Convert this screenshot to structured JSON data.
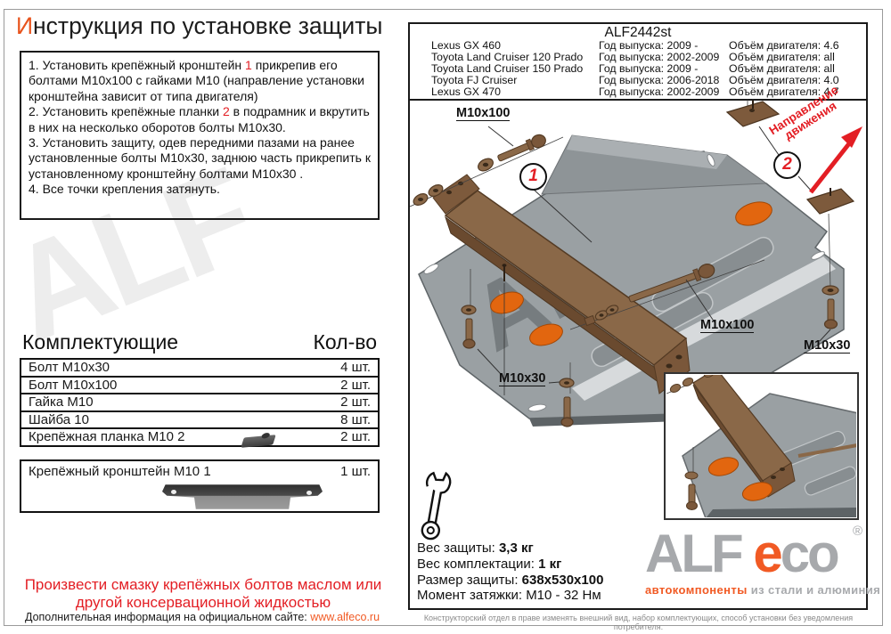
{
  "title": {
    "first": "И",
    "rest": "нструкция по установке защиты"
  },
  "watermark": {
    "text": "ALF",
    "plate": "AL"
  },
  "instructions": {
    "items": [
      {
        "segments": [
          {
            "text": "1.  Установить крепёжный кронштейн "
          },
          {
            "text": "1",
            "color": "#e31e24"
          },
          {
            "text": " прикрепив его болтами М10х100 с гайками М10 (направление установки кронштейна зависит от типа двигателя)"
          }
        ]
      },
      {
        "segments": [
          {
            "text": "2.  Установить крепёжные планки "
          },
          {
            "text": "2",
            "color": "#e31e24"
          },
          {
            "text": " в подрамник и вкрутить в них на несколько оборотов болты М10х30."
          }
        ]
      },
      {
        "segments": [
          {
            "text": "3.  Установить защиту, одев передними пазами на ранее установленные болты М10х30, заднюю часть прикрепить к  установленному кронштейну болтами М10х30 ."
          }
        ]
      },
      {
        "segments": [
          {
            "text": "4.  Все точки крепления затянуть."
          }
        ]
      }
    ]
  },
  "parts": {
    "header": {
      "title": "Комплектующие",
      "qty": "Кол-во"
    },
    "rows": [
      {
        "name": "Болт М10х30",
        "qty": "4 шт.",
        "icon": ""
      },
      {
        "name": "Болт М10х100",
        "qty": "2 шт.",
        "icon": ""
      },
      {
        "name": "Гайка М10",
        "qty": "2 шт.",
        "icon": ""
      },
      {
        "name": "Шайба 10",
        "qty": "8 шт.",
        "icon": ""
      },
      {
        "name": "Крепёжная планка М10  2",
        "qty": "2 шт.",
        "icon": "icon-plate"
      }
    ],
    "bracket_row": {
      "name": "Крепёжный кронштейн М10  1",
      "qty": "1 шт."
    }
  },
  "warning": {
    "text": "Произвести смазку крепёжных болтов маслом или другой консервационной жидкостью"
  },
  "footer": {
    "info": "Дополнительная информация на официальном сайте: ",
    "site": "www.alfeco.ru"
  },
  "vehicles": {
    "part_number": "ALF2442st",
    "rows": [
      {
        "model": "Lexus GX 460",
        "year": "Год выпуска: 2009 -",
        "engine": "Объём двигателя: 4.6"
      },
      {
        "model": "Toyota Land Cruiser 120 Prado",
        "year": "Год выпуска: 2002-2009",
        "engine": "Объём двигателя: all"
      },
      {
        "model": "Toyota Land Cruiser 150 Prado",
        "year": "Год выпуска: 2009 -",
        "engine": "Объём двигателя: all"
      },
      {
        "model": "Toyota FJ Cruiser",
        "year": "Год выпуска: 2006-2018",
        "engine": "Объём двигателя: 4.0"
      },
      {
        "model": "Lexus GX 470",
        "year": "Год выпуска: 2002-2009",
        "engine": "Объём двигателя: 4.7"
      }
    ]
  },
  "diagram": {
    "labels": {
      "bolt_top": "M10x100",
      "bolt_mid": "M10x100",
      "bolt_right": "M10x30",
      "bolt_bottom": "M10x30"
    },
    "callout1": "1",
    "callout2": "2",
    "direction": {
      "line1": "Направление",
      "line2": "движения"
    }
  },
  "specs": {
    "rows": [
      {
        "label": "Вес защиты: ",
        "value": "3,3 кг",
        "value_class": "b"
      },
      {
        "label": "Вес комплектации: ",
        "value": "1 кг",
        "value_class": "b"
      },
      {
        "label": "Размер защиты: ",
        "value": "638х530х100",
        "value_class": "b"
      },
      {
        "label": "Момент затяжки:  ",
        "value": "М10 - 32 Нм",
        "value_class": ""
      }
    ]
  },
  "logo": {
    "alf": "ALF ",
    "e": "e",
    "co": "co",
    "reg": "®",
    "tagline_accent": "автокомпоненты",
    "tagline_rest": " из стали и алюминия"
  },
  "disclaimer": "Конструкторский отдел в праве изменять внешний вид, набор комплектующих, способ установки без уведомления потребителя.",
  "colors": {
    "accent_red": "#e31e24",
    "accent_orange": "#f15a24",
    "logo_gray": "#a7a9ac",
    "plate_gray": "#9aa0a3",
    "hardware_brown": "#8a6848",
    "plug_orange": "#e2660f"
  }
}
